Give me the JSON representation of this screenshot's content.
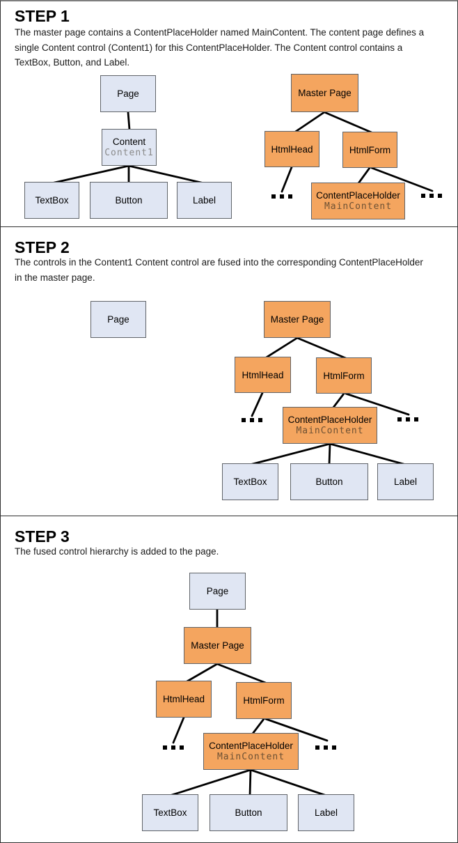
{
  "colors": {
    "content_box_fill": "#e0e6f3",
    "master_box_fill": "#f4a55f",
    "box_border": "#5f6368",
    "connector_line": "#000000",
    "sub_label_on_blue": "#8a8a8a",
    "sub_label_on_orange": "#6d5134",
    "panel_border": "#303030"
  },
  "labels": {
    "page": "Page",
    "content": "Content",
    "content_id": "Content1",
    "textbox": "TextBox",
    "button": "Button",
    "label": "Label",
    "master_page": "Master Page",
    "html_head": "HtmlHead",
    "html_form": "HtmlForm",
    "content_placeholder": "ContentPlaceHolder",
    "content_placeholder_id": "MainContent",
    "ellipsis": "..."
  },
  "steps": [
    {
      "heading": "STEP 1",
      "description_lines": [
        "The master page contains a ContentPlaceHolder named MainContent. The content page defines a",
        "single Content control (Content1) for this ContentPlaceHolder. The Content control contains a",
        "TextBox, Button, and Label."
      ]
    },
    {
      "heading": "STEP 2",
      "description_lines": [
        "The controls in the Content1 Content control are fused into the corresponding ContentPlaceHolder",
        "in the master page."
      ]
    },
    {
      "heading": "STEP 3",
      "description_lines": [
        "The fused control hierarchy is added to the page."
      ]
    }
  ]
}
